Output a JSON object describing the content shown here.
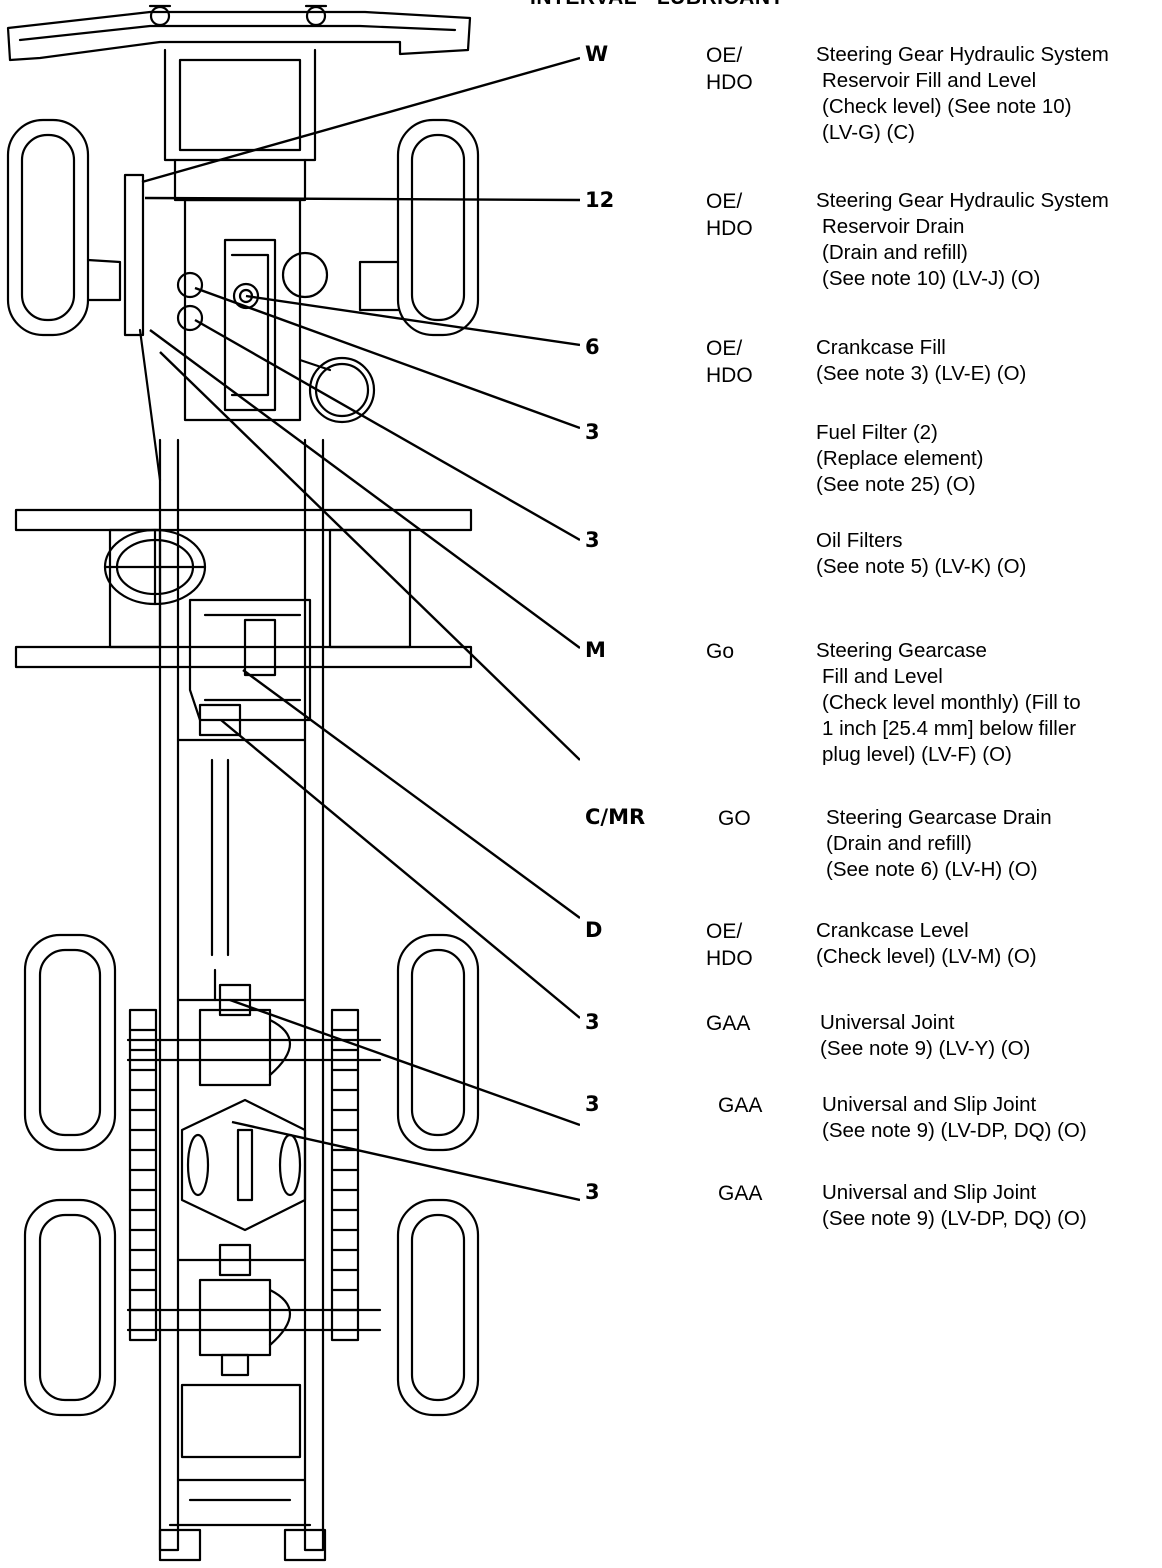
{
  "page": {
    "header": "INTERVAL - LUBRICANT"
  },
  "entries": [
    {
      "interval": "W",
      "lubricant_lines": [
        "OE/",
        "HDO"
      ],
      "description_lines": [
        "Steering Gear Hydraulic System",
        "Reservoir Fill and Level",
        "(Check level) (See note 10)",
        "(LV-G) (C)"
      ]
    },
    {
      "interval": "12",
      "lubricant_lines": [
        "OE/",
        "HDO"
      ],
      "description_lines": [
        "Steering Gear Hydraulic System",
        "Reservoir Drain",
        "(Drain and refill)",
        "(See note 10) (LV-J) (O)"
      ]
    },
    {
      "interval": "6",
      "lubricant_lines": [
        "OE/",
        "HDO"
      ],
      "description_lines": [
        "Crankcase Fill",
        "(See note 3) (LV-E) (O)"
      ]
    },
    {
      "interval": "3",
      "lubricant_lines": [],
      "description_lines": [
        "Fuel Filter (2)",
        "(Replace element)",
        "(See note 25) (O)"
      ]
    },
    {
      "interval": "3",
      "lubricant_lines": [],
      "description_lines": [
        "Oil Filters",
        "(See note 5) (LV-K) (O)"
      ]
    },
    {
      "interval": "M",
      "lubricant_lines": [
        "Go"
      ],
      "description_lines": [
        "Steering Gearcase",
        "Fill and Level",
        "(Check level monthly) (Fill to",
        "1 inch [25.4 mm] below filler",
        "plug level) (LV-F) (O)"
      ]
    },
    {
      "interval": "C/MR",
      "lubricant_lines": [
        "GO"
      ],
      "description_lines": [
        "Steering Gearcase Drain",
        "(Drain and refill)",
        "(See note 6) (LV-H) (O)"
      ]
    },
    {
      "interval": "D",
      "lubricant_lines": [
        "OE/",
        "HDO"
      ],
      "description_lines": [
        "Crankcase Level",
        "(Check level) (LV-M) (O)"
      ]
    },
    {
      "interval": "3",
      "lubricant_lines": [
        "GAA"
      ],
      "description_lines": [
        "Universal Joint",
        "(See note 9) (LV-Y) (O)"
      ]
    },
    {
      "interval": "3",
      "lubricant_lines": [
        "GAA"
      ],
      "description_lines": [
        "Universal and Slip Joint",
        "(See note 9) (LV-DP, DQ) (O)"
      ]
    },
    {
      "interval": "3",
      "lubricant_lines": [
        "GAA"
      ],
      "description_lines": [
        "Universal and Slip Joint",
        "(See note 9) (LV-DP, DQ) (O)"
      ]
    }
  ]
}
